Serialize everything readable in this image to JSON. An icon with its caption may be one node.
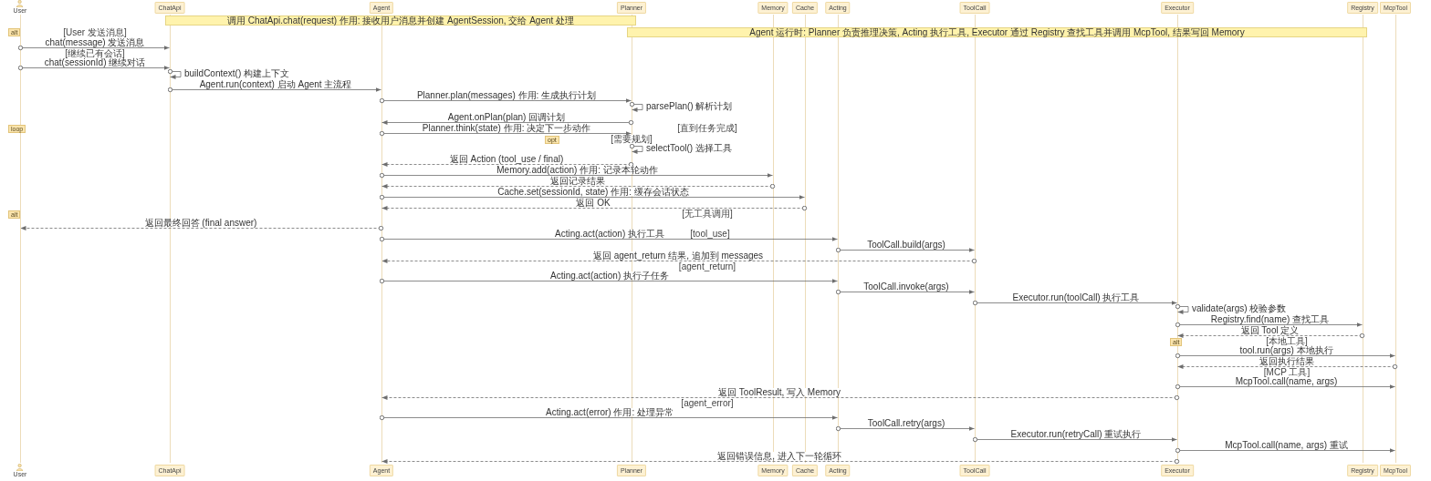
{
  "diagram": {
    "nodes": [
      {
        "text": [
          "User"
        ]
      },
      {
        "text": [
          "ChatApi"
        ]
      },
      {
        "text": [
          "Agent"
        ]
      },
      {
        "text": [
          "Planner"
        ]
      },
      {
        "text": [
          "Memory"
        ]
      },
      {
        "text": [
          "Cache"
        ]
      },
      {
        "text": [
          "Acting"
        ]
      },
      {
        "text": [
          "ToolCall"
        ]
      },
      {
        "text": [
          "Executor"
        ]
      },
      {
        "text": [
          "Registry"
        ]
      },
      {
        "text": [
          "McpTool"
        ]
      },
      {
        "text": [],
        "shape": "line"
      },
      {
        "text": [],
        "shape": "line"
      },
      {
        "text": [],
        "shape": "line"
      },
      {
        "text": [],
        "shape": "line"
      },
      {
        "text": [],
        "shape": "line"
      },
      {
        "text": [],
        "shape": "line"
      },
      {
        "text": [],
        "shape": "line"
      },
      {
        "text": [],
        "shape": "line"
      },
      {
        "text": [],
        "shape": "line"
      },
      {
        "text": [],
        "shape": "line"
      },
      {
        "text": [],
        "shape": "line"
      },
      {
        "text": [
          "调用 ChatApi.chat(request) 作用: 接收用户消息并创建 AgentSession, 交给 Agent 处理"
        ]
      },
      {
        "text": [
          "Agent 运行时: Planner 负责推理决策, Acting 执行工具, Executor 通过 Registry 查找工具并调用 McpTool, 结果写回 Memory"
        ]
      },
      {
        "text": [
          "alt"
        ]
      },
      {
        "text": [
          "loop"
        ]
      },
      {
        "text": [
          "opt"
        ]
      },
      {
        "text": [
          "alt"
        ]
      },
      {
        "text": [
          "alt"
        ]
      },
      {
        "text": [
          "User"
        ]
      },
      {
        "text": [
          "ChatApi"
        ]
      },
      {
        "text": [
          "Agent"
        ]
      },
      {
        "text": [
          "Planner"
        ]
      },
      {
        "text": [
          "Memory"
        ]
      },
      {
        "text": [
          "Cache"
        ]
      },
      {
        "text": [
          "Acting"
        ]
      },
      {
        "text": [
          "ToolCall"
        ]
      },
      {
        "text": [
          "Executor"
        ]
      },
      {
        "text": [
          "Registry"
        ]
      },
      {
        "text": [
          "McpTool"
        ]
      }
    ],
    "edges": [
      {
        "from": 11,
        "to": 12,
        "arrow": "to",
        "label": "chat(message) 发送消息"
      },
      {
        "from": 11,
        "to": 12,
        "arrow": "to",
        "label": "chat(sessionId) 继续对话"
      },
      {
        "from": 12,
        "to": 12,
        "arrow": "to",
        "label": "buildContext() 构建上下文"
      },
      {
        "from": 12,
        "to": 13,
        "arrow": "to",
        "label": "Agent.run(context) 启动 Agent 主流程"
      },
      {
        "from": 13,
        "to": 14,
        "arrow": "to",
        "label": "Planner.plan(messages) 作用: 生成执行计划"
      },
      {
        "from": 14,
        "to": 14,
        "arrow": "to",
        "label": "parsePlan() 解析计划"
      },
      {
        "from": 14,
        "to": 13,
        "arrow": "to",
        "label": "Agent.onPlan(plan) 回调计划"
      },
      {
        "from": 13,
        "to": 14,
        "arrow": "to",
        "label": "Planner.think(state) 作用: 决定下一步动作"
      },
      {
        "from": 14,
        "to": 14,
        "arrow": "to",
        "label": "selectTool() 选择工具"
      },
      {
        "from": 14,
        "to": 13,
        "arrow": "to",
        "style": "dashed",
        "label": "返回 Action (tool_use / final)"
      },
      {
        "from": 13,
        "to": 15,
        "arrow": "to",
        "label": "Memory.add(action) 作用: 记录本轮动作"
      },
      {
        "from": 15,
        "to": 13,
        "arrow": "to",
        "style": "dashed",
        "label": "返回记录结果"
      },
      {
        "from": 13,
        "to": 16,
        "arrow": "to",
        "label": "Cache.set(sessionId, state) 作用: 缓存会话状态"
      },
      {
        "from": 16,
        "to": 13,
        "arrow": "to",
        "style": "dashed",
        "label": "返回 OK"
      },
      {
        "from": 13,
        "to": 11,
        "arrow": "to",
        "style": "dashed",
        "label": "返回最终回答 (final answer)"
      },
      {
        "from": 13,
        "to": 17,
        "arrow": "to",
        "label": "Acting.act(action) 执行工具"
      },
      {
        "from": 17,
        "to": 18,
        "arrow": "to",
        "label": "ToolCall.build(args)"
      },
      {
        "from": 18,
        "to": 13,
        "arrow": "to",
        "style": "dashed",
        "label": "返回 agent_return 结果, 追加到 messages"
      },
      {
        "from": 13,
        "to": 17,
        "arrow": "to",
        "label": "Acting.act(action) 执行子任务"
      },
      {
        "from": 17,
        "to": 18,
        "arrow": "to",
        "label": "ToolCall.invoke(args)"
      },
      {
        "from": 18,
        "to": 19,
        "arrow": "to",
        "label": "Executor.run(toolCall) 执行工具"
      },
      {
        "from": 19,
        "to": 19,
        "arrow": "to",
        "label": "validate(args) 校验参数"
      },
      {
        "from": 19,
        "to": 20,
        "arrow": "to",
        "label": "Registry.find(name) 查找工具"
      },
      {
        "from": 20,
        "to": 19,
        "arrow": "to",
        "style": "dashed",
        "label": "返回 Tool 定义"
      },
      {
        "from": 19,
        "to": 21,
        "arrow": "to",
        "label": "tool.run(args) 本地执行"
      },
      {
        "from": 21,
        "to": 19,
        "arrow": "to",
        "style": "dashed",
        "label": "返回执行结果"
      },
      {
        "from": 19,
        "to": 21,
        "arrow": "to",
        "label": "McpTool.call(name, args)"
      },
      {
        "from": 19,
        "to": 13,
        "arrow": "to",
        "style": "dashed",
        "label": "返回 ToolResult, 写入 Memory"
      },
      {
        "from": 13,
        "to": 17,
        "arrow": "to",
        "label": "Acting.act(error) 作用: 处理异常"
      },
      {
        "from": 17,
        "to": 18,
        "arrow": "to",
        "label": "ToolCall.retry(args)"
      },
      {
        "from": 18,
        "to": 19,
        "arrow": "to",
        "label": "Executor.run(retryCall) 重试执行"
      },
      {
        "from": 19,
        "to": 21,
        "arrow": "to",
        "label": "McpTool.call(name, args) 重试"
      },
      {
        "from": 19,
        "to": 13,
        "arrow": "to",
        "style": "dashed",
        "label": "返回错误信息, 进入下一轮循环"
      }
    ],
    "labels": [
      "[User 发送消息]",
      "[继续已有会话]",
      "[直到任务完成]",
      "[需要规划]",
      "[无工具调用]",
      "[tool_use]",
      "[agent_return]",
      "[本地工具]",
      "[MCP 工具]",
      "[agent_error]"
    ]
  }
}
